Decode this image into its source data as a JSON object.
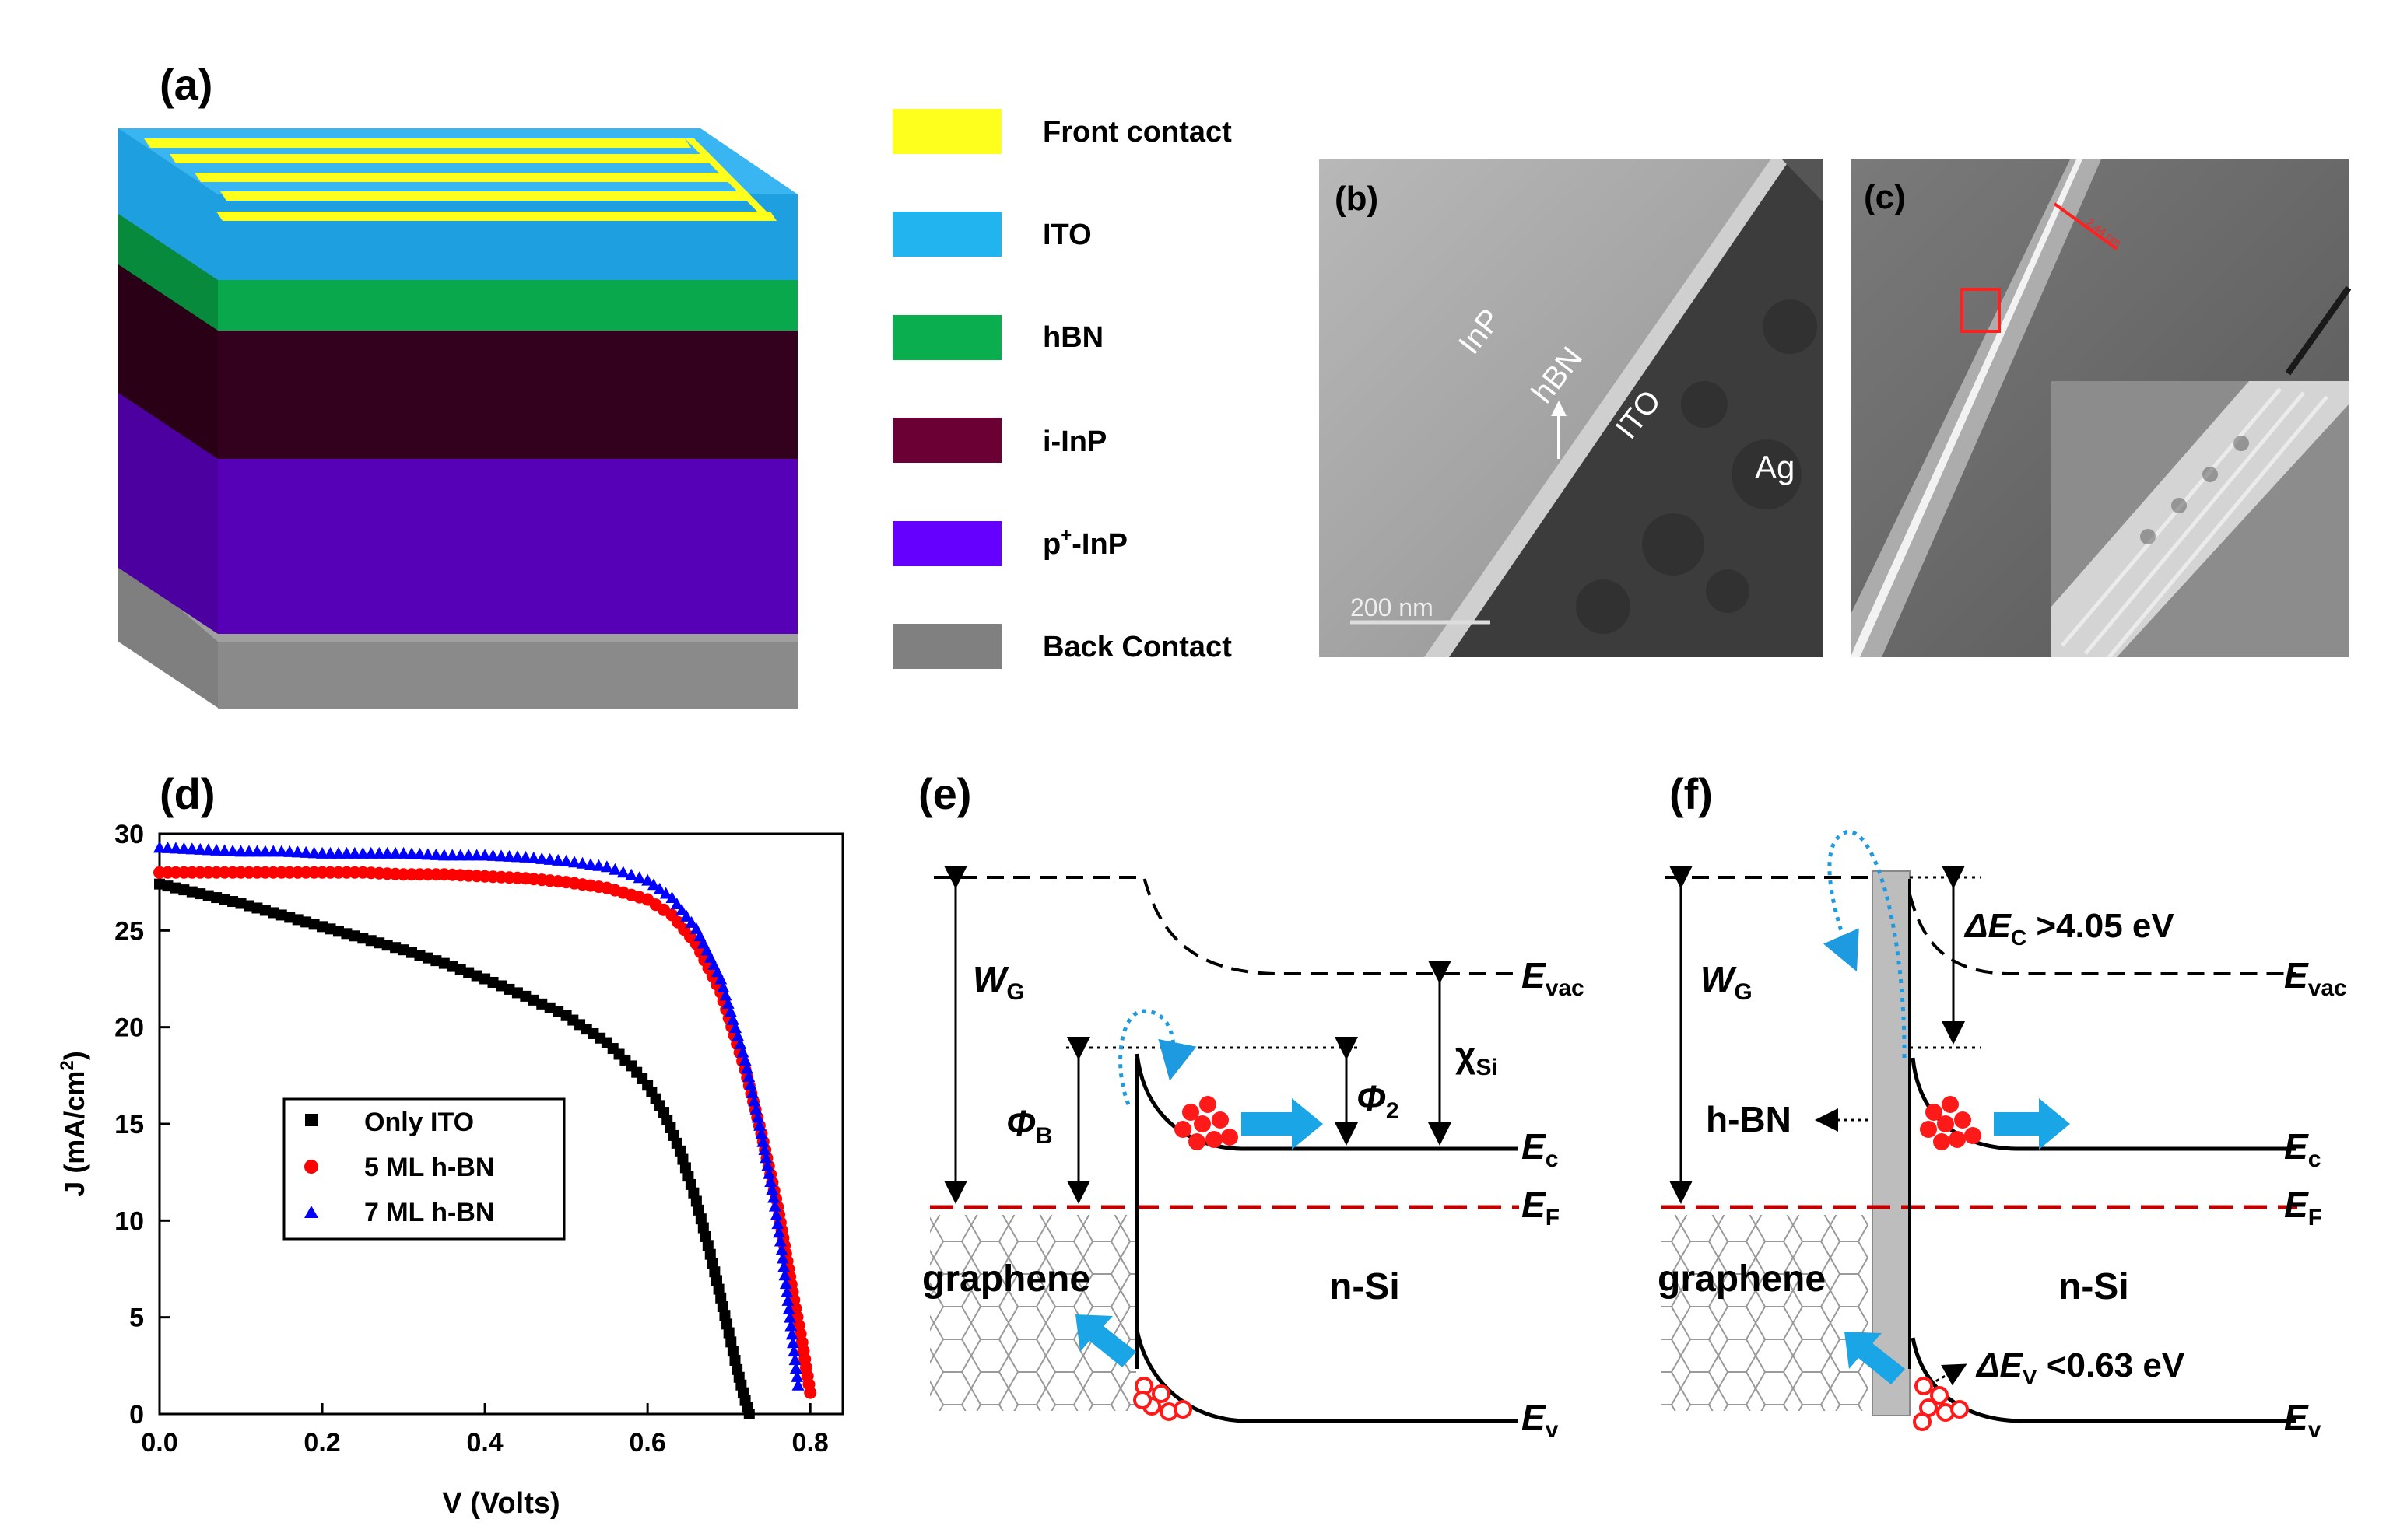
{
  "panels": {
    "a": "(a)",
    "b": "(b)",
    "c": "(c)",
    "d": "(d)",
    "e": "(e)",
    "f": "(f)"
  },
  "legend_a": [
    {
      "label": "Front contact",
      "color": "#ffff1e"
    },
    {
      "label": "ITO",
      "color": "#22b4ee"
    },
    {
      "label": "hBN",
      "color": "#0bae4f"
    },
    {
      "label": "i-InP",
      "color": "#6a0033"
    },
    {
      "label": "p",
      "sup": "+",
      "rest": "-InP",
      "color": "#6500ff"
    },
    {
      "label": "Back Contact",
      "color": "#808080"
    }
  ],
  "tem_b": {
    "inp": "InP",
    "hbn": "hBN",
    "ito": "ITO",
    "ag": "Ag",
    "scale": "200 nm"
  },
  "tem_c": {
    "thickness": "2.44 nm"
  },
  "chart_data": {
    "type": "scatter",
    "xlabel": "V (Volts)",
    "ylabel": "J (mA/cm",
    "ylabel_sup": "2",
    "ylabel_end": ")",
    "xlim": [
      0.0,
      0.84
    ],
    "ylim": [
      0,
      30
    ],
    "xticks": [
      "0.0",
      "0.2",
      "0.4",
      "0.6",
      "0.8"
    ],
    "yticks": [
      "0",
      "5",
      "10",
      "15",
      "20",
      "25",
      "30"
    ],
    "legend_position": "middle-left",
    "series": [
      {
        "name": "Only ITO",
        "color": "#000000",
        "marker": "square",
        "x": [
          0.0,
          0.05,
          0.1,
          0.15,
          0.2,
          0.25,
          0.3,
          0.35,
          0.4,
          0.45,
          0.5,
          0.55,
          0.58,
          0.6,
          0.62,
          0.64,
          0.66,
          0.68,
          0.69,
          0.7,
          0.71,
          0.72,
          0.725
        ],
        "y": [
          27.4,
          26.9,
          26.4,
          25.8,
          25.2,
          24.6,
          24.0,
          23.3,
          22.5,
          21.6,
          20.6,
          19.2,
          18.0,
          17.0,
          15.6,
          13.6,
          11.0,
          7.8,
          6.0,
          4.2,
          2.3,
          0.7,
          0.0
        ]
      },
      {
        "name": "5 ML h-BN",
        "color": "#ff0000",
        "marker": "circle",
        "x": [
          0.0,
          0.05,
          0.1,
          0.15,
          0.2,
          0.25,
          0.3,
          0.35,
          0.4,
          0.45,
          0.5,
          0.55,
          0.6,
          0.63,
          0.66,
          0.69,
          0.72,
          0.74,
          0.76,
          0.77,
          0.78,
          0.79,
          0.8
        ],
        "y": [
          28.0,
          28.0,
          28.0,
          28.0,
          28.0,
          28.0,
          27.9,
          27.9,
          27.8,
          27.7,
          27.5,
          27.2,
          26.6,
          25.8,
          24.3,
          21.8,
          17.8,
          14.5,
          10.7,
          8.3,
          5.9,
          3.7,
          1.1
        ]
      },
      {
        "name": "7 ML h-BN",
        "color": "#0000ff",
        "marker": "triangle",
        "x": [
          0.0,
          0.05,
          0.1,
          0.15,
          0.2,
          0.25,
          0.3,
          0.35,
          0.4,
          0.45,
          0.5,
          0.55,
          0.6,
          0.63,
          0.66,
          0.69,
          0.72,
          0.74,
          0.755,
          0.765,
          0.775,
          0.785
        ],
        "y": [
          29.3,
          29.2,
          29.1,
          29.1,
          29.0,
          29.0,
          29.0,
          28.9,
          28.9,
          28.8,
          28.6,
          28.3,
          27.6,
          26.7,
          25.1,
          22.5,
          18.3,
          14.5,
          11.2,
          8.5,
          5.0,
          1.5
        ]
      }
    ]
  },
  "diagram_e": {
    "wg": "W",
    "wg_sub": "G",
    "phib": "Φ",
    "phib_sub": "B",
    "phi2": "Φ",
    "phi2_sub": "2",
    "chi": "χ",
    "chi_sub": "Si",
    "evac": "E",
    "evac_sub": "vac",
    "ec": "E",
    "ec_sub": "c",
    "ef": "E",
    "ef_sub": "F",
    "ev": "E",
    "ev_sub": "v",
    "graphene": "graphene",
    "nsi": "n-Si"
  },
  "diagram_f": {
    "wg": "W",
    "wg_sub": "G",
    "dec": "ΔE",
    "dec_sub": "C",
    "dec_val": " >4.05 eV",
    "dev": "ΔE",
    "dev_sub": "V",
    "dev_val": " <0.63 eV",
    "hbn": "h-BN",
    "evac": "E",
    "evac_sub": "vac",
    "ec": "E",
    "ec_sub": "c",
    "ef": "E",
    "ef_sub": "F",
    "ev": "E",
    "ev_sub": "v",
    "graphene": "graphene",
    "nsi": "n-Si"
  }
}
